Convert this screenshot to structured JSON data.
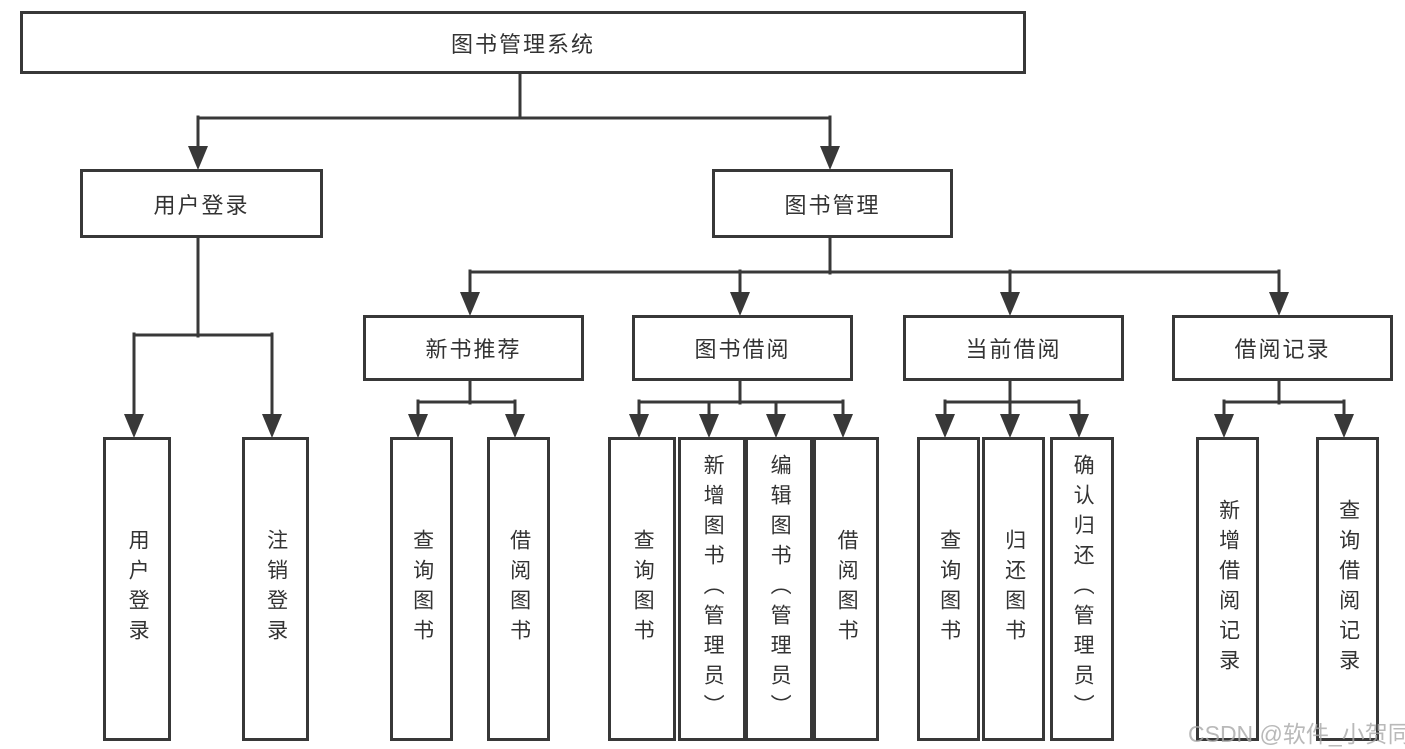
{
  "root": {
    "label": "图书管理系统"
  },
  "level1": [
    {
      "label": "用户登录"
    },
    {
      "label": "图书管理"
    }
  ],
  "level2": [
    {
      "label": "新书推荐",
      "parent": "图书管理"
    },
    {
      "label": "图书借阅",
      "parent": "图书管理"
    },
    {
      "label": "当前借阅",
      "parent": "图书管理"
    },
    {
      "label": "借阅记录",
      "parent": "图书管理"
    }
  ],
  "leaves": [
    {
      "label": "用户登录",
      "parent": "用户登录"
    },
    {
      "label": "注销登录",
      "parent": "用户登录"
    },
    {
      "label": "查询图书",
      "parent": "新书推荐"
    },
    {
      "label": "借阅图书",
      "parent": "新书推荐"
    },
    {
      "label": "查询图书",
      "parent": "图书借阅"
    },
    {
      "label": "新增图书（管理员）",
      "parent": "图书借阅"
    },
    {
      "label": "编辑图书（管理员）",
      "parent": "图书借阅"
    },
    {
      "label": "借阅图书",
      "parent": "图书借阅"
    },
    {
      "label": "查询图书",
      "parent": "当前借阅"
    },
    {
      "label": "归还图书",
      "parent": "当前借阅"
    },
    {
      "label": "确认归还（管理员）",
      "parent": "当前借阅"
    },
    {
      "label": "新增借阅记录",
      "parent": "借阅记录"
    },
    {
      "label": "查询借阅记录",
      "parent": "借阅记录"
    }
  ],
  "watermark": "CSDN @软件_小贺同学",
  "colors": {
    "line": "#383838",
    "text": "#333333",
    "box_background": "#ffffff",
    "watermark": "#a8a8a8"
  }
}
